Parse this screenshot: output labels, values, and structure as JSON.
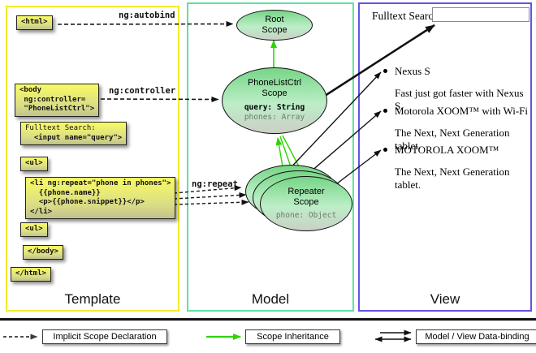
{
  "columns": {
    "template_label": "Template",
    "model_label": "Model",
    "view_label": "View"
  },
  "template": {
    "html_open": "<html>",
    "body_open": "<body\n ng:controller=\n \"PhoneListCtrl\">",
    "fulltext_line1": "Fulltext Search:",
    "fulltext_line2": "<input name=\"query\">",
    "ul_open": "<ul>",
    "li_repeat": "<li ng:repeat=\"phone in phones\">\n  {{phone.name}}\n  <p>{{phone.snippet}}</p>\n</li>",
    "ul_close": "<ul>",
    "body_close": "</body>",
    "html_close": "</html>"
  },
  "labels": {
    "autobind": "ng:autobind",
    "controller": "ng:controller",
    "repeat": "ng:repeat"
  },
  "model": {
    "root_scope_title": "Root\nScope",
    "phonelist_title": "PhoneListCtrl\nScope",
    "phonelist_query": "query: String",
    "phonelist_phones": "phones: Array",
    "repeater_title": "Repeater\nScope",
    "repeater_phone": "phone: Object"
  },
  "view": {
    "search_label": "Fulltext Search:",
    "search_value": "",
    "items": [
      {
        "name": "Nexus S",
        "snippet": "Fast just got faster with Nexus S."
      },
      {
        "name": "Motorola XOOM™ with Wi-Fi",
        "snippet": "The Next, Next Generation tablet."
      },
      {
        "name": "MOTOROLA XOOM™",
        "snippet": "The Next, Next Generation tablet."
      }
    ]
  },
  "legend": {
    "implicit": "Implicit Scope Declaration",
    "inheritance": "Scope Inheritance",
    "databinding": "Model / View Data-binding"
  },
  "colors": {
    "template_border": "#f2ee2a",
    "model_border": "#5fe39f",
    "view_border": "#6353e3",
    "scope_fill_top": "#76d586",
    "scope_fill_bottom": "#cbd0c6",
    "code_box_yellow": "#f8fb62",
    "inheritance_green": "#2dd500",
    "arrow_black": "#111111"
  }
}
